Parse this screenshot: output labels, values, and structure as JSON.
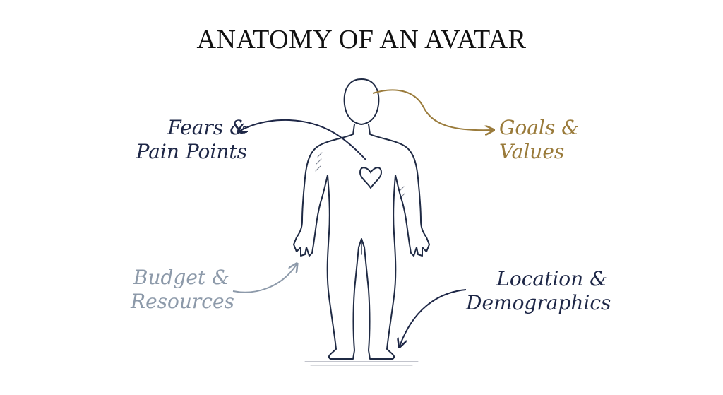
{
  "title": "ANATOMY OF AN AVATAR",
  "colors": {
    "navy": "#1e2747",
    "gold": "#9a7b3b",
    "gray_blue": "#8d9aaa",
    "ink": "#1f2a44"
  },
  "labels": {
    "fears": {
      "line1": "Fears &",
      "line2": "Pain Points",
      "color": "#1e2747"
    },
    "goals": {
      "line1": "Goals &",
      "line2": "Values",
      "color": "#9a7b3b"
    },
    "budget": {
      "line1": "Budget &",
      "line2": "Resources",
      "color": "#8d9aaa"
    },
    "location": {
      "line1": "Location &",
      "line2": "Demographics",
      "color": "#1e2747"
    }
  },
  "icons": {
    "body": "human-body-outline-icon",
    "heart": "heart-icon"
  }
}
